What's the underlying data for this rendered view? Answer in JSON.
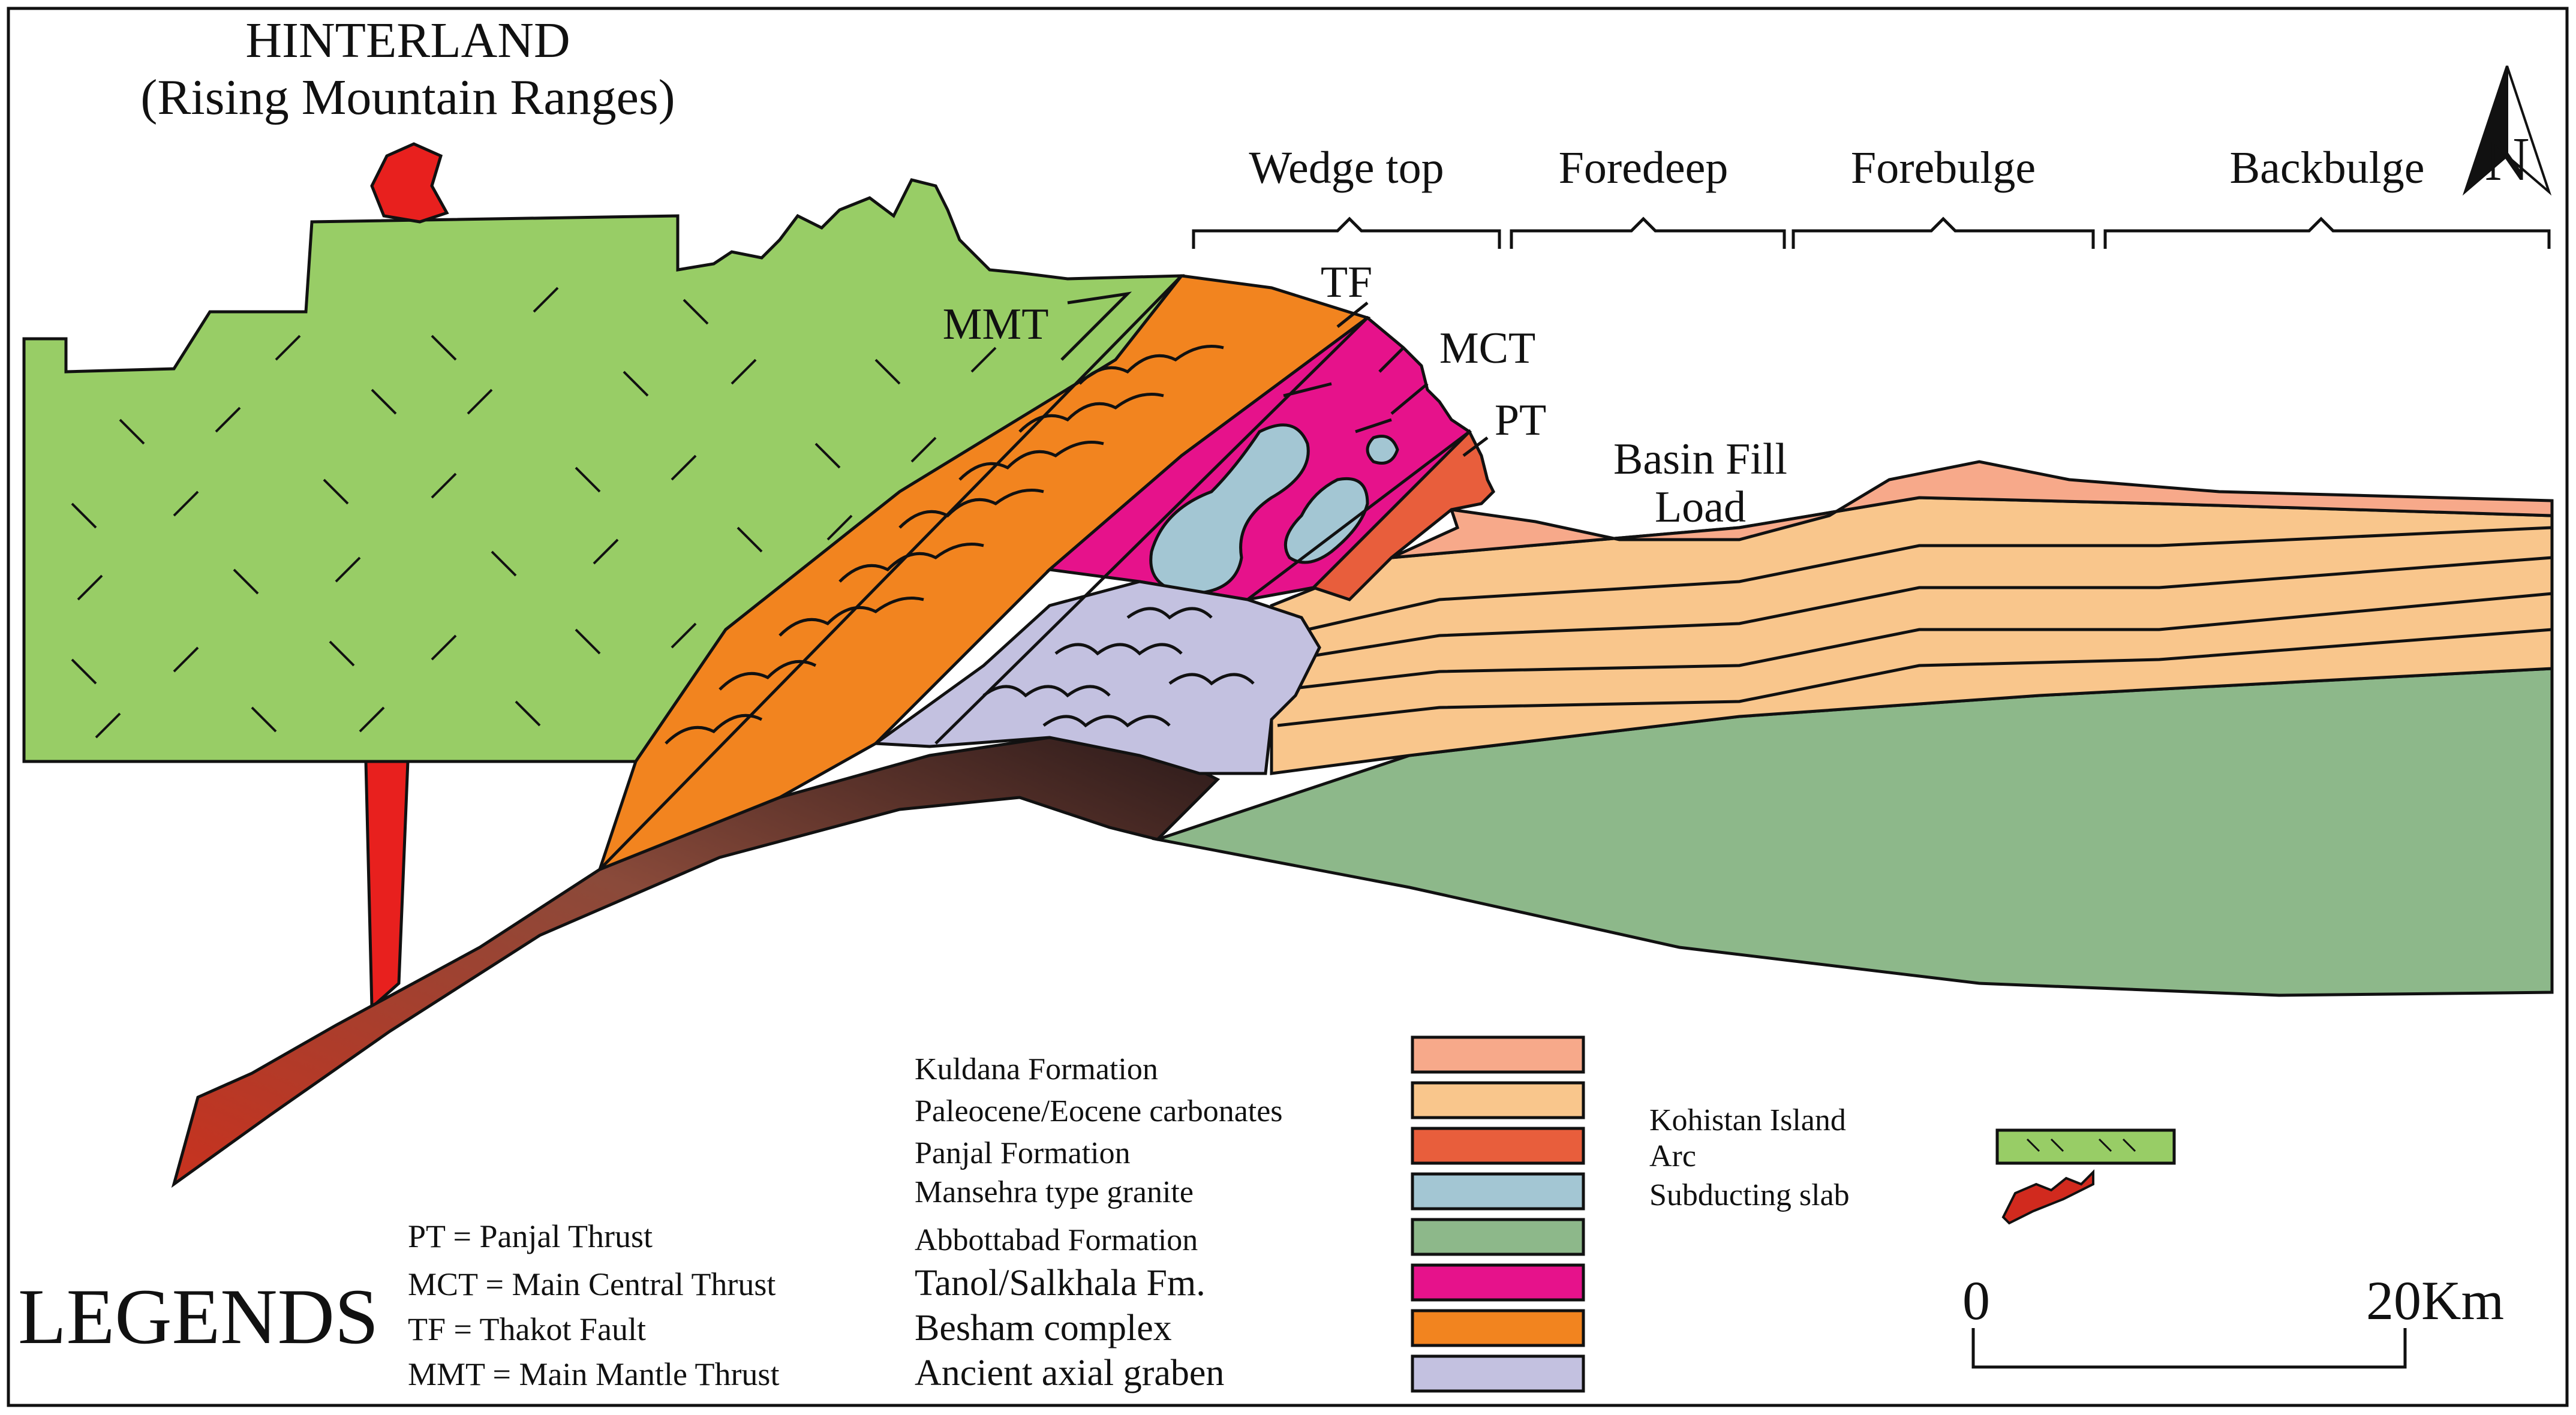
{
  "title": {
    "line1": "HINTERLAND",
    "line2": "(Rising Mountain Ranges)"
  },
  "zones": [
    "Wedge top",
    "Foredeep",
    "Forebulge",
    "Backbulge"
  ],
  "faults": {
    "mmt": "MMT",
    "tf": "TF",
    "mct": "MCT",
    "pt": "PT"
  },
  "basin_fill": {
    "line1": "Basin Fill",
    "line2": "Load"
  },
  "north_label": "N",
  "legend": {
    "heading": "LEGENDS",
    "abbreviations": [
      "PT =  Panjal Thrust",
      "MCT = Main Central Thrust",
      "TF =  Thakot Fault",
      "MMT = Main Mantle Thrust"
    ],
    "units": [
      {
        "label": "Kuldana Formation",
        "color": "#f7a98a"
      },
      {
        "label": "Paleocene/Eocene carbonates",
        "color": "#f9c68c"
      },
      {
        "label": "Panjal Formation",
        "color": "#e85e3c"
      },
      {
        "label": "Mansehra type granite",
        "color": "#a3c6d3"
      },
      {
        "label": "Abbottabad Formation",
        "color": "#8db88a"
      },
      {
        "label": "Tanol/Salkhala Fm.",
        "color": "#e6128b"
      },
      {
        "label": "Besham complex",
        "color": "#f2841f"
      },
      {
        "label": "Ancient axial graben",
        "color": "#c3c1e0"
      }
    ],
    "kohistan": {
      "line1": "Kohistan Island",
      "line2": "Arc",
      "color": "#98cd66"
    },
    "slab": {
      "label": "Subducting slab",
      "color": "#d12a1e"
    }
  },
  "scale": {
    "start": "0",
    "end": "20Km"
  }
}
